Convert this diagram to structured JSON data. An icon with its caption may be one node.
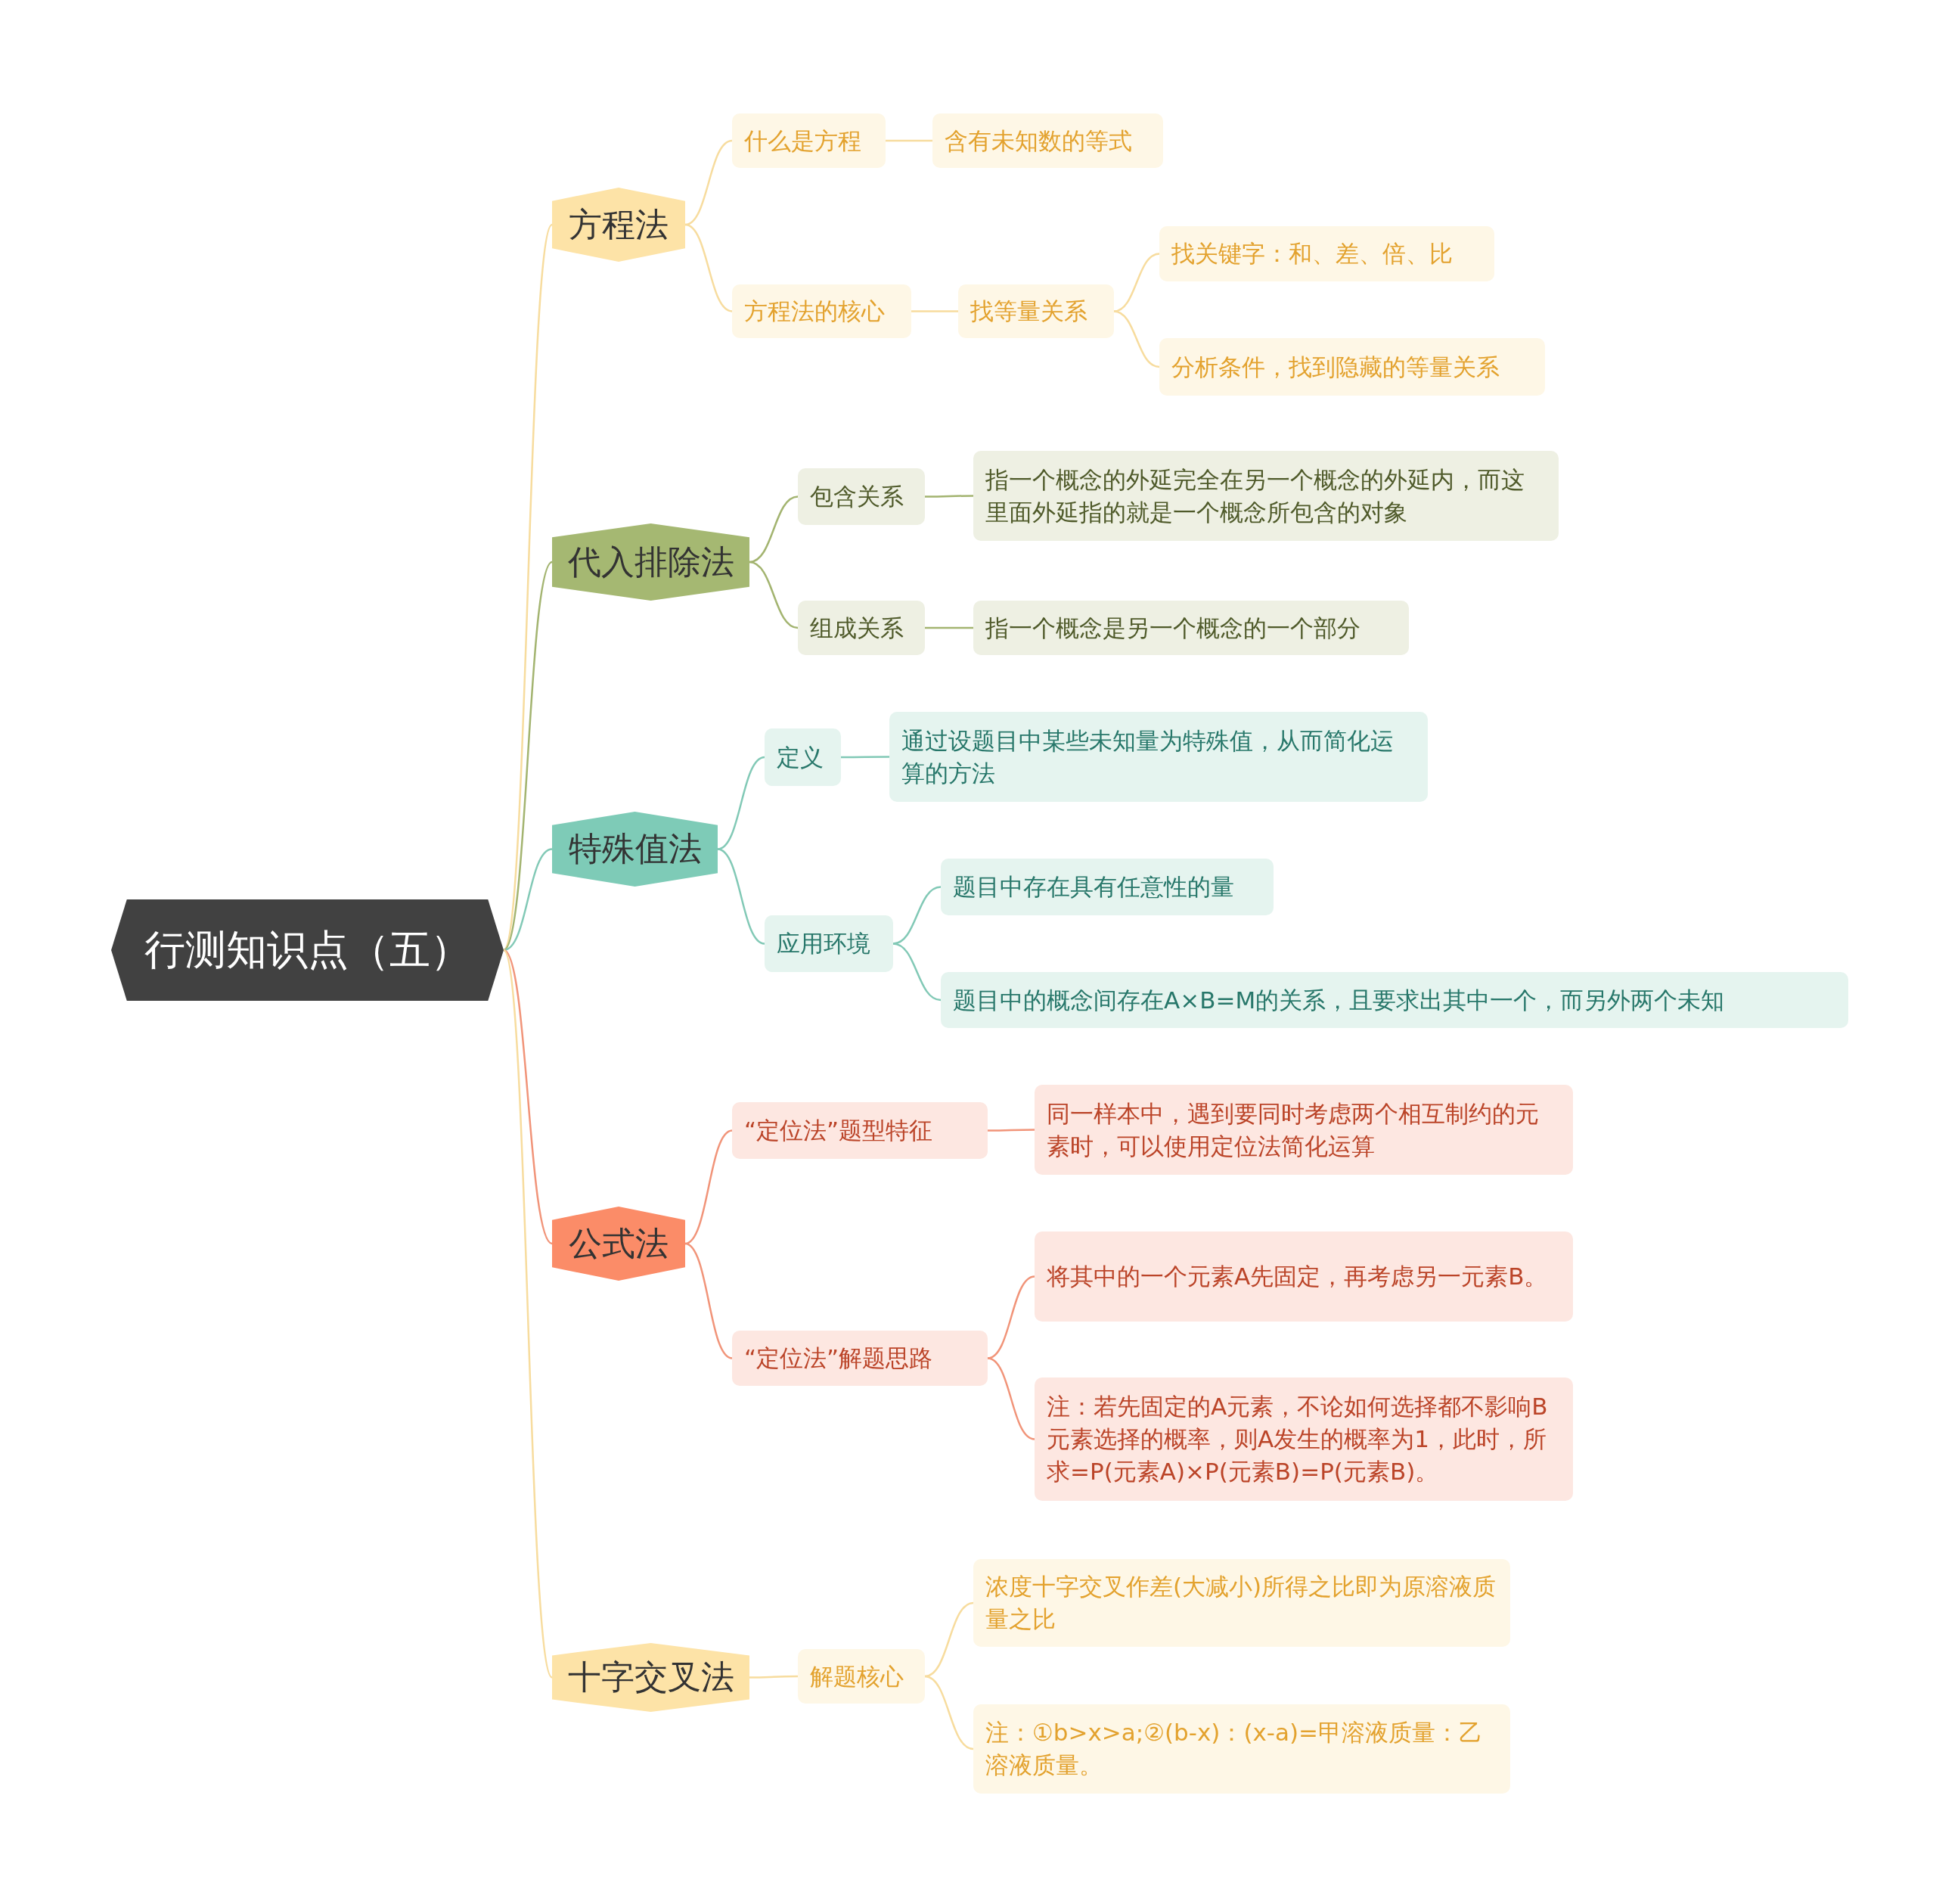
{
  "diagram": {
    "nodes": [
      {
        "text": [
          "行测知识点（五）"
        ]
      },
      {
        "text": [
          "方程法"
        ]
      },
      {
        "text": [
          "什么是方程"
        ]
      },
      {
        "text": [
          "含有未知数的等式"
        ]
      },
      {
        "text": [
          "方程法的核心"
        ]
      },
      {
        "text": [
          "找等量关系"
        ]
      },
      {
        "text": [
          "找关键字：和、差、倍、比"
        ]
      },
      {
        "text": [
          "分析条件，找到隐藏的等量关系"
        ]
      },
      {
        "text": [
          "代入排除法"
        ]
      },
      {
        "text": [
          "包含关系"
        ]
      },
      {
        "text": [
          "指一个概念的外延完全在另一个概念的外延内，而这里面外延指的就是一个概念所包含的对象"
        ]
      },
      {
        "text": [
          "组成关系"
        ]
      },
      {
        "text": [
          "指一个概念是另一个概念的一个部分"
        ]
      },
      {
        "text": [
          "特殊值法"
        ]
      },
      {
        "text": [
          "定义"
        ]
      },
      {
        "text": [
          "通过设题目中某些未知量为特殊值，从而简化运算的方法"
        ]
      },
      {
        "text": [
          "应用环境"
        ]
      },
      {
        "text": [
          "题目中存在具有任意性的量"
        ]
      },
      {
        "text": [
          "题目中的概念间存在A×B=M的关系，且要求出其中一个，而另外两个未知"
        ]
      },
      {
        "text": [
          "公式法"
        ]
      },
      {
        "text": [
          "“定位法”题型特征"
        ]
      },
      {
        "text": [
          "同一样本中，遇到要同时考虑两个相互制约的元素时，可以使用定位法简化运算"
        ]
      },
      {
        "text": [
          "“定位法”解题思路"
        ]
      },
      {
        "text": [
          "将其中的一个元素A先固定，再考虑另一元素B。"
        ]
      },
      {
        "text": [
          "注：若先固定的A元素，不论如何选择都不影响B元素选择的概率，则A发生的概率为1，此时，所求=P(元素A)×P(元素B)=P(元素B)。"
        ]
      },
      {
        "text": [
          "十字交叉法"
        ]
      },
      {
        "text": [
          "解题核心"
        ]
      },
      {
        "text": [
          "浓度十字交叉作差(大减小)所得之比即为原溶液质量之比"
        ]
      },
      {
        "text": [
          "注：①b>x>a;②(b-x)：(x-a)=甲溶液质量：乙溶液质量。"
        ]
      }
    ],
    "edges": [
      {
        "from": 0,
        "to": 1,
        "arrow": "none",
        "color": "#f7dc9e"
      },
      {
        "from": 1,
        "to": 2,
        "arrow": "none",
        "color": "#f7dc9e"
      },
      {
        "from": 2,
        "to": 3,
        "arrow": "none",
        "color": "#f7dc9e"
      },
      {
        "from": 1,
        "to": 4,
        "arrow": "none",
        "color": "#f7dc9e"
      },
      {
        "from": 4,
        "to": 5,
        "arrow": "none",
        "color": "#f7dc9e"
      },
      {
        "from": 5,
        "to": 6,
        "arrow": "none",
        "color": "#f7dc9e"
      },
      {
        "from": 5,
        "to": 7,
        "arrow": "none",
        "color": "#f7dc9e"
      },
      {
        "from": 0,
        "to": 8,
        "arrow": "none",
        "color": "#a3b470"
      },
      {
        "from": 8,
        "to": 9,
        "arrow": "none",
        "color": "#a3b470"
      },
      {
        "from": 9,
        "to": 10,
        "arrow": "none",
        "color": "#a3b470"
      },
      {
        "from": 8,
        "to": 11,
        "arrow": "none",
        "color": "#a3b470"
      },
      {
        "from": 11,
        "to": 12,
        "arrow": "none",
        "color": "#a3b470"
      },
      {
        "from": 0,
        "to": 13,
        "arrow": "none",
        "color": "#82c9b6"
      },
      {
        "from": 13,
        "to": 14,
        "arrow": "none",
        "color": "#82c9b6"
      },
      {
        "from": 14,
        "to": 15,
        "arrow": "none",
        "color": "#82c9b6"
      },
      {
        "from": 13,
        "to": 16,
        "arrow": "none",
        "color": "#82c9b6"
      },
      {
        "from": 16,
        "to": 17,
        "arrow": "none",
        "color": "#82c9b6"
      },
      {
        "from": 16,
        "to": 18,
        "arrow": "none",
        "color": "#82c9b6"
      },
      {
        "from": 0,
        "to": 19,
        "arrow": "none",
        "color": "#f19479"
      },
      {
        "from": 19,
        "to": 20,
        "arrow": "none",
        "color": "#f19479"
      },
      {
        "from": 20,
        "to": 21,
        "arrow": "none",
        "color": "#f19479"
      },
      {
        "from": 19,
        "to": 22,
        "arrow": "none",
        "color": "#f19479"
      },
      {
        "from": 22,
        "to": 23,
        "arrow": "none",
        "color": "#f19479"
      },
      {
        "from": 22,
        "to": 24,
        "arrow": "none",
        "color": "#f19479"
      },
      {
        "from": 0,
        "to": 25,
        "arrow": "none",
        "color": "#f7dc9e"
      },
      {
        "from": 25,
        "to": 26,
        "arrow": "none",
        "color": "#f7dc9e"
      },
      {
        "from": 26,
        "to": 27,
        "arrow": "none",
        "color": "#f7dc9e"
      },
      {
        "from": 26,
        "to": 28,
        "arrow": "none",
        "color": "#f7dc9e"
      }
    ]
  }
}
